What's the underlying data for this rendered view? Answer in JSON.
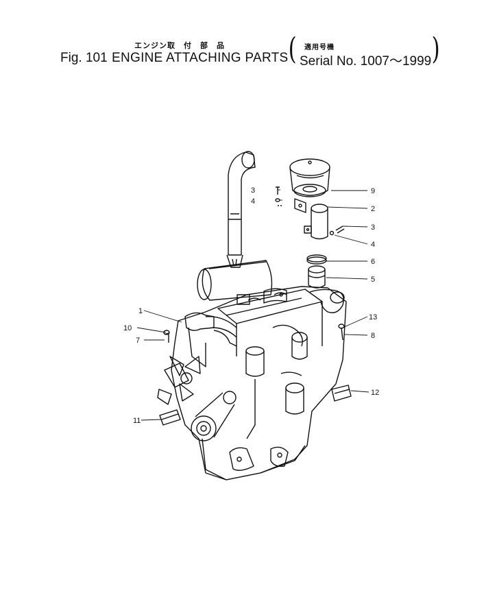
{
  "header": {
    "japanese_title": "エンジン取　付　部　品",
    "japanese_serial": "適用号機",
    "fig_label": "Fig. 101",
    "title": "ENGINE ATTACHING PARTS",
    "serial": "Serial No. 1007～1999"
  },
  "callouts": [
    "1",
    "2",
    "3",
    "3",
    "4",
    "4",
    "5",
    "6",
    "7",
    "8",
    "9",
    "10",
    "11",
    "12",
    "13"
  ]
}
